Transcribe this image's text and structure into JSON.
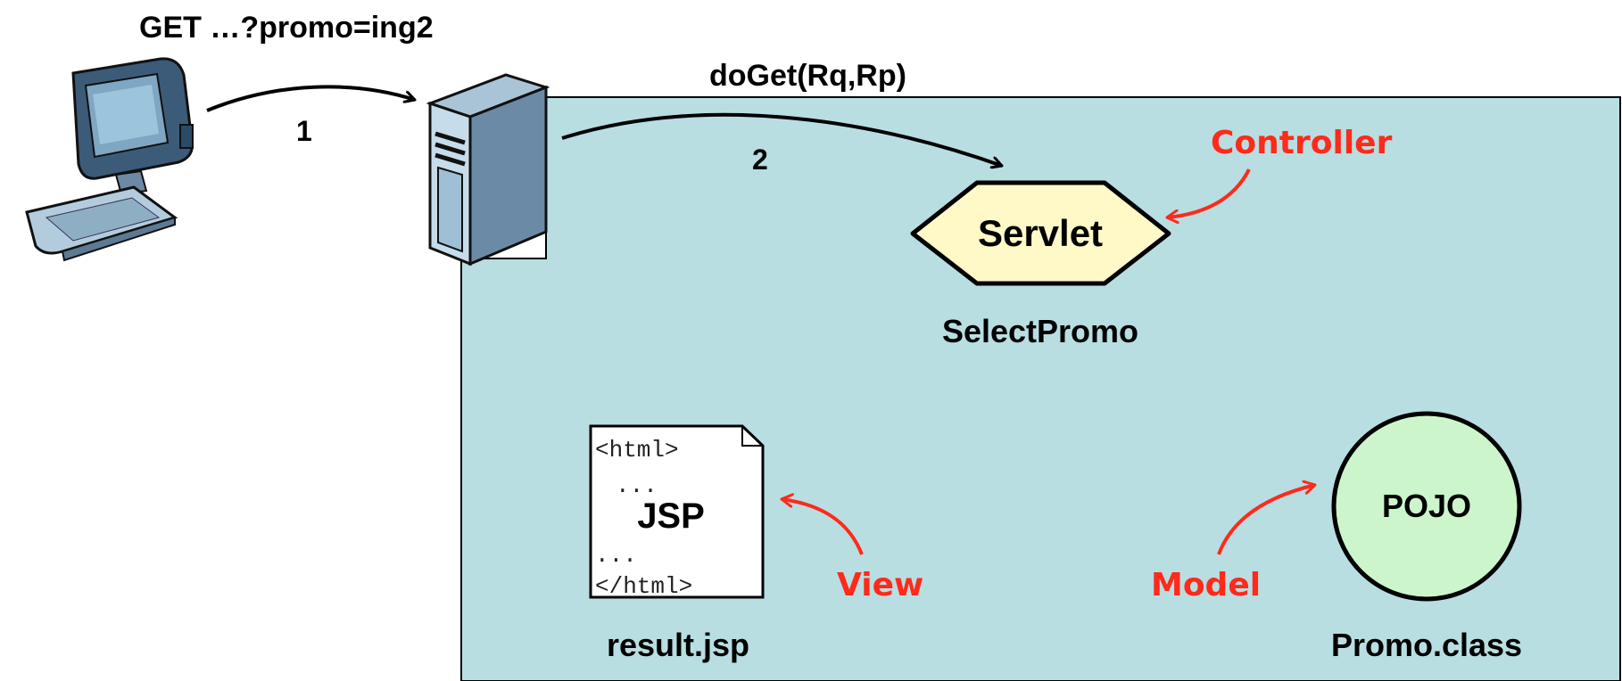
{
  "colors": {
    "container_fill": "#b8dee2",
    "servlet_fill": "#fff9c8",
    "pojo_fill": "#ccf5cc",
    "role_label": "#ff2a1a",
    "arrow": "#000000"
  },
  "request": {
    "http_label": "GET …?promo=ing2",
    "step1": "1",
    "method_label": "doGet(Rq,Rp)",
    "step2": "2"
  },
  "controller": {
    "shape_label": "Servlet",
    "name": "SelectPromo",
    "role": "Controller"
  },
  "view": {
    "shape_label": "JSP",
    "doc_lines": [
      "<html>",
      "...",
      "...",
      "</html>"
    ],
    "name": "result.jsp",
    "role": "View"
  },
  "model": {
    "shape_label": "POJO",
    "name": "Promo.class",
    "role": "Model"
  },
  "icons": {
    "client": "desktop-computer-icon",
    "server": "server-tower-icon"
  }
}
